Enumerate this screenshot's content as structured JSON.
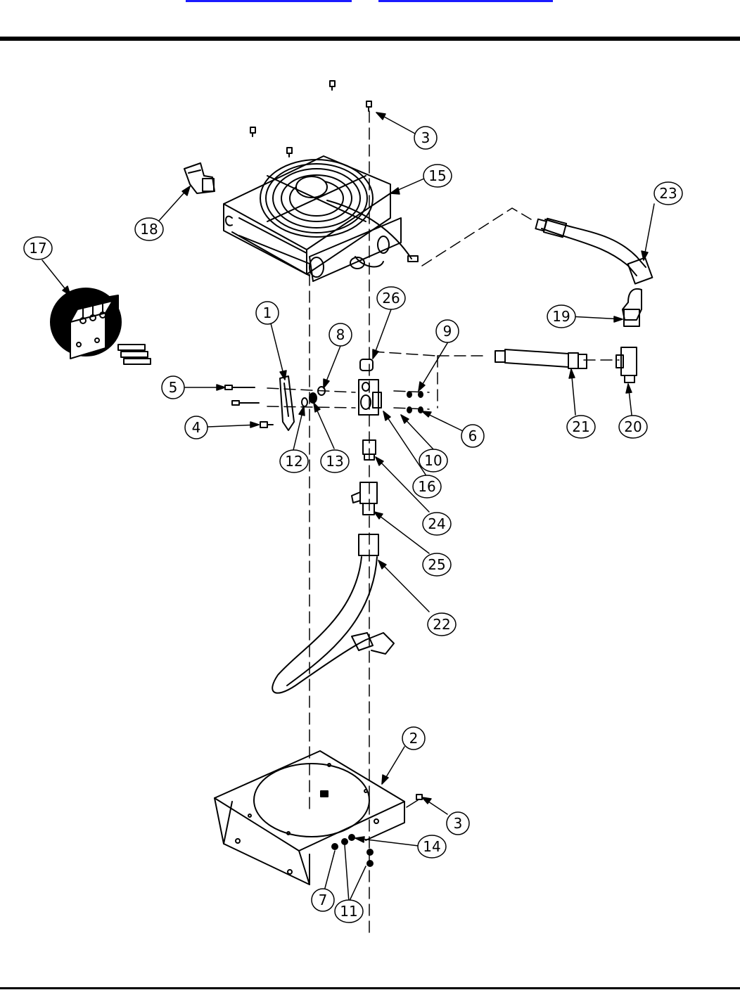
{
  "header": {
    "link_color": "#1a1aff"
  },
  "callouts": [
    {
      "label": "1"
    },
    {
      "label": "2"
    },
    {
      "label": "3"
    },
    {
      "label": "3"
    },
    {
      "label": "4"
    },
    {
      "label": "5"
    },
    {
      "label": "6"
    },
    {
      "label": "7"
    },
    {
      "label": "8"
    },
    {
      "label": "9"
    },
    {
      "label": "10"
    },
    {
      "label": "11"
    },
    {
      "label": "12"
    },
    {
      "label": "13"
    },
    {
      "label": "14"
    },
    {
      "label": "15"
    },
    {
      "label": "16"
    },
    {
      "label": "17"
    },
    {
      "label": "18"
    },
    {
      "label": "19"
    },
    {
      "label": "20"
    },
    {
      "label": "21"
    },
    {
      "label": "22"
    },
    {
      "label": "23"
    },
    {
      "label": "24"
    },
    {
      "label": "25"
    },
    {
      "label": "26"
    }
  ]
}
